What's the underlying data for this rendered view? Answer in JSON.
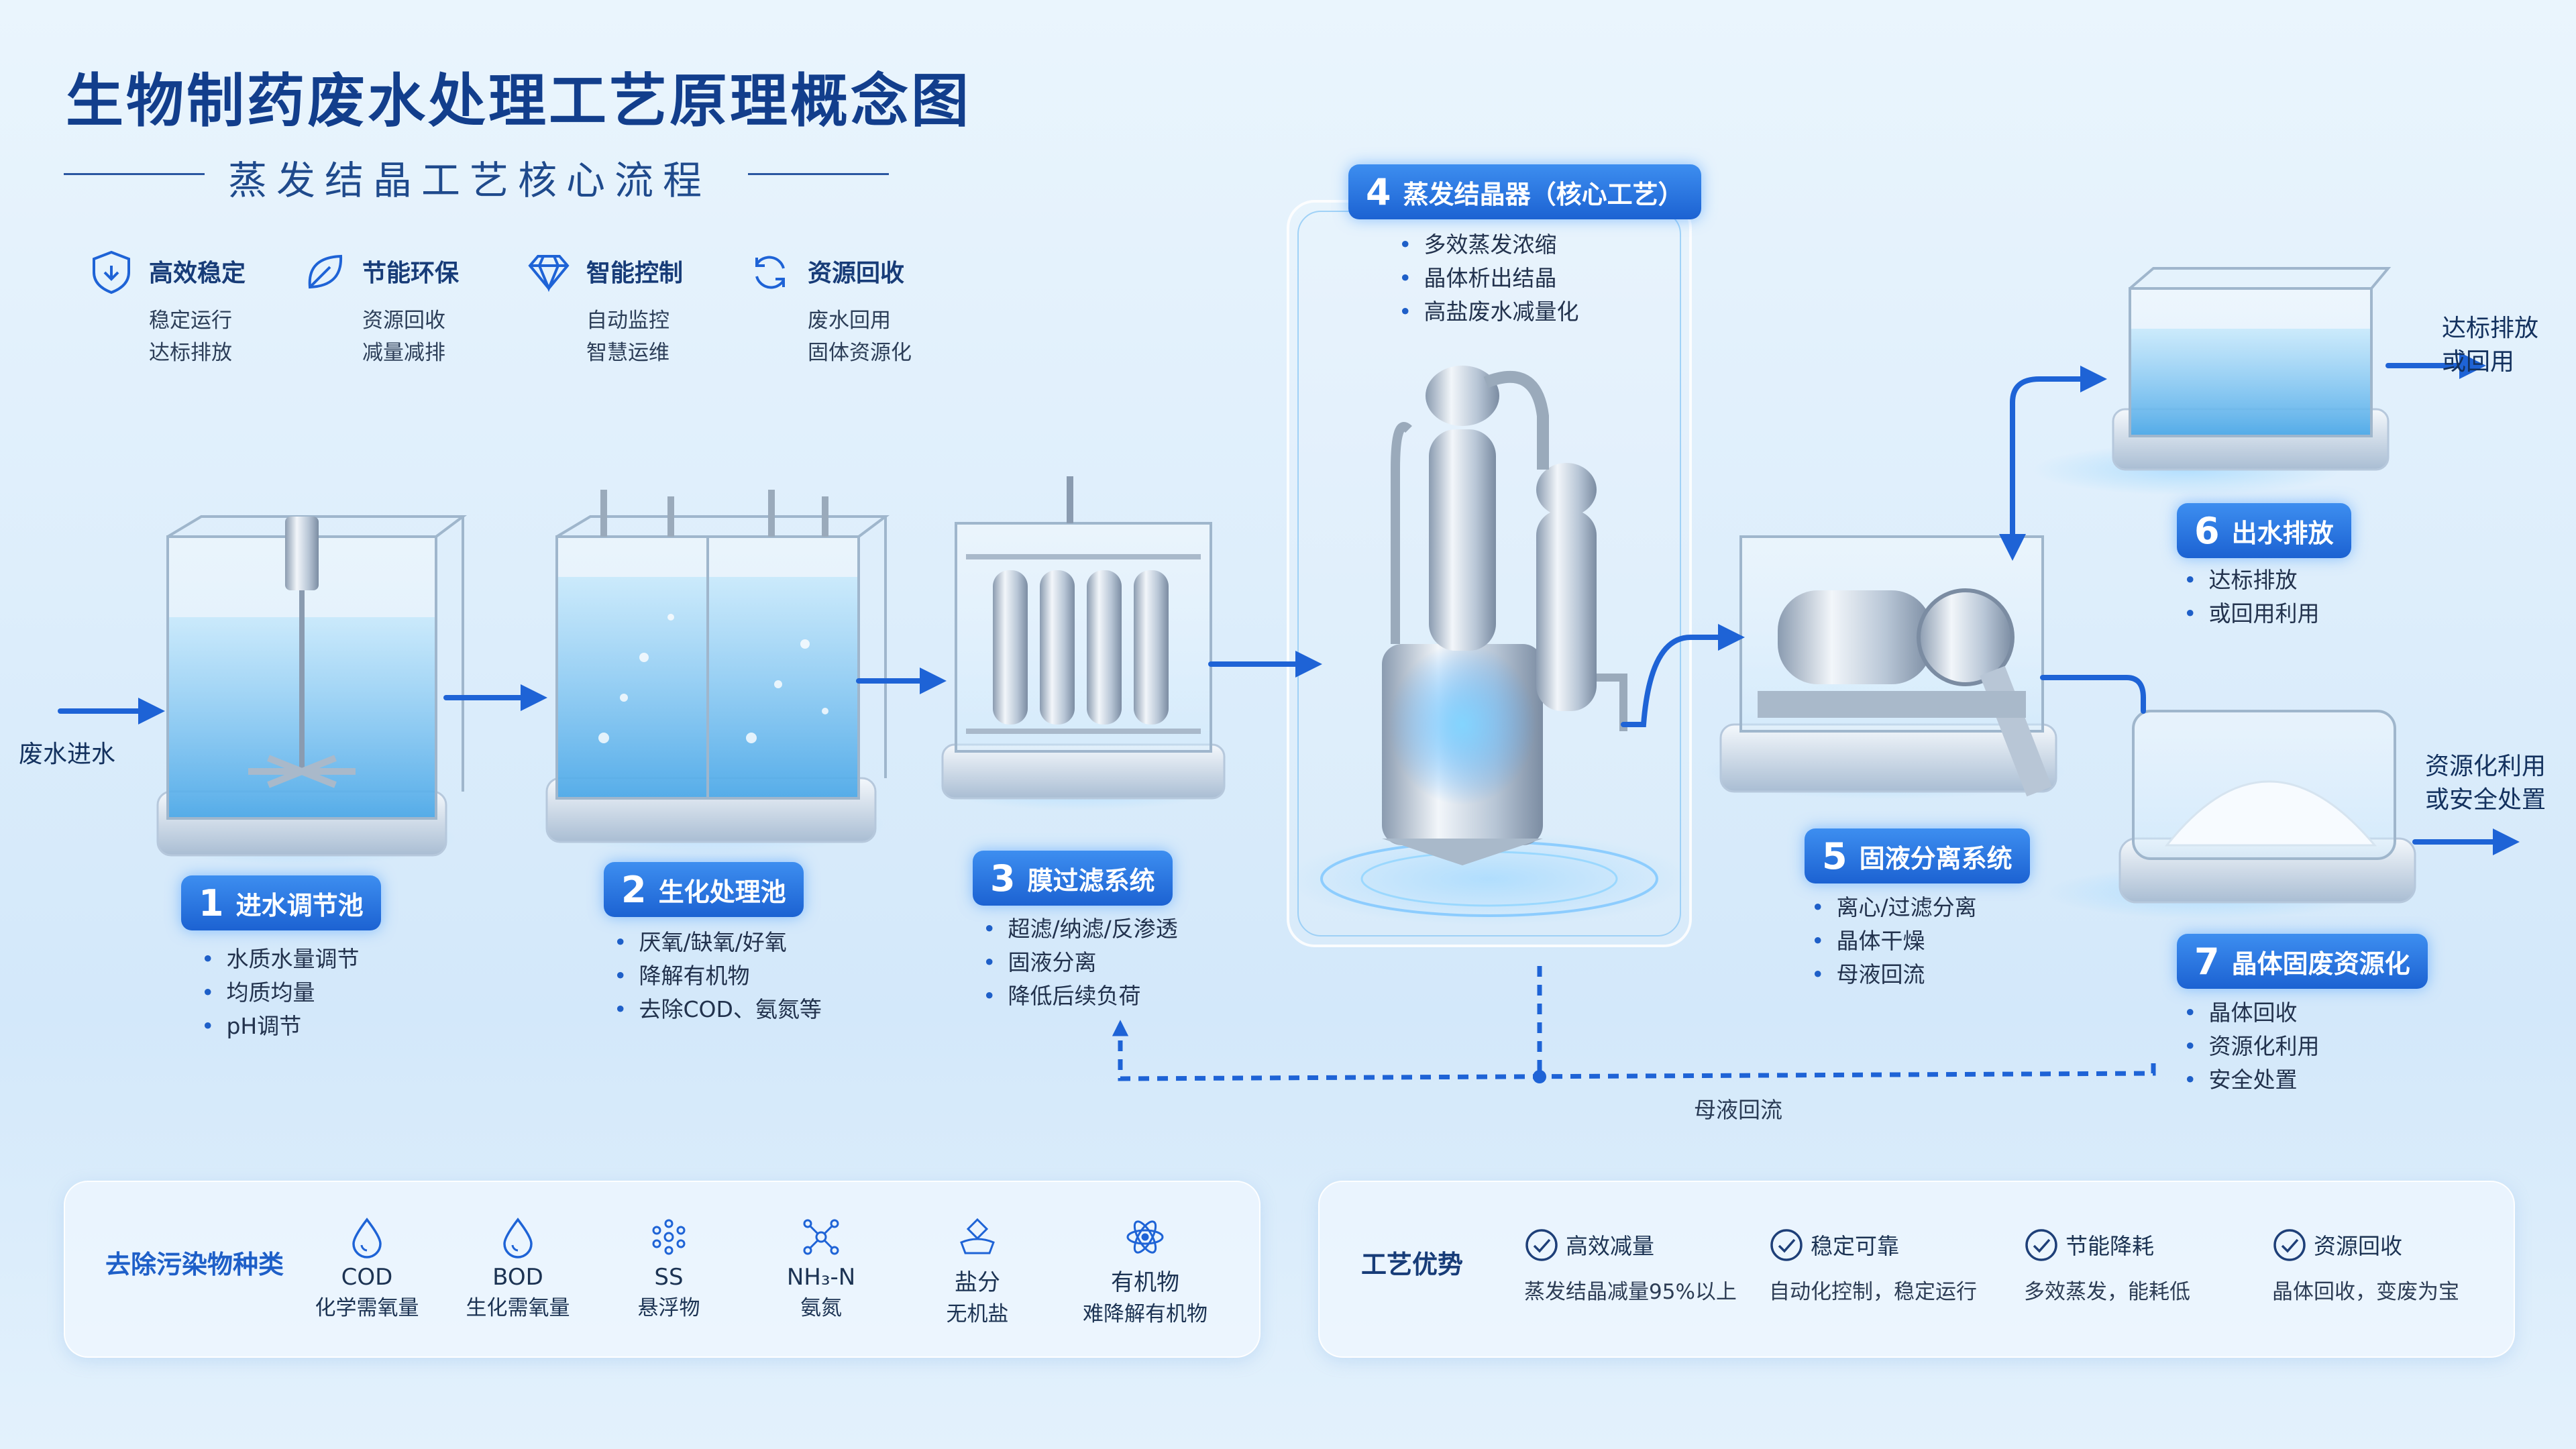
{
  "header": {
    "title": "生物制药废水处理工艺原理概念图",
    "subtitle": "蒸发结晶工艺核心流程"
  },
  "features": [
    {
      "name": "高效稳定",
      "lines": [
        "稳定运行",
        "达标排放"
      ],
      "icon": "shield-icon"
    },
    {
      "name": "节能环保",
      "lines": [
        "资源回收",
        "减量减排"
      ],
      "icon": "leaf-icon"
    },
    {
      "name": "智能控制",
      "lines": [
        "自动监控",
        "智慧运维"
      ],
      "icon": "diamond-icon"
    },
    {
      "name": "资源回收",
      "lines": [
        "废水回用",
        "固体资源化"
      ],
      "icon": "recycle-icon"
    }
  ],
  "flow": {
    "inlet": "废水进水",
    "discharge": [
      "达标排放",
      "或回用"
    ],
    "resource": [
      "资源化利用",
      "或安全处置"
    ],
    "recycle": "母液回流"
  },
  "stages": [
    {
      "num": "1",
      "name": "进水调节池",
      "bullets": [
        "水质水量调节",
        "均质均量",
        "pH调节"
      ]
    },
    {
      "num": "2",
      "name": "生化处理池",
      "bullets": [
        "厌氧/缺氧/好氧",
        "降解有机物",
        "去除COD、氨氮等"
      ]
    },
    {
      "num": "3",
      "name": "膜过滤系统",
      "bullets": [
        "超滤/纳滤/反渗透",
        "固液分离",
        "降低后续负荷"
      ]
    },
    {
      "num": "4",
      "name": "蒸发结晶器（核心工艺）",
      "bullets": [
        "多效蒸发浓缩",
        "晶体析出结晶",
        "高盐废水减量化"
      ]
    },
    {
      "num": "5",
      "name": "固液分离系统",
      "bullets": [
        "离心/过滤分离",
        "晶体干燥",
        "母液回流"
      ]
    },
    {
      "num": "6",
      "name": "出水排放",
      "bullets": [
        "达标排放",
        "或回用利用"
      ]
    },
    {
      "num": "7",
      "name": "晶体固废资源化",
      "bullets": [
        "晶体回收",
        "资源化利用",
        "安全处置"
      ]
    }
  ],
  "pollutants": {
    "title": "去除污染物种类",
    "items": [
      {
        "name": "COD",
        "desc": "化学需氧量",
        "icon": "drop-icon"
      },
      {
        "name": "BOD",
        "desc": "生化需氧量",
        "icon": "drop-icon"
      },
      {
        "name": "SS",
        "desc": "悬浮物",
        "icon": "particles-icon"
      },
      {
        "name": "NH₃-N",
        "desc": "氨氮",
        "icon": "molecule-icon"
      },
      {
        "name": "盐分",
        "desc": "无机盐",
        "icon": "salt-icon"
      },
      {
        "name": "有机物",
        "desc": "难降解有机物",
        "icon": "atom-icon"
      }
    ]
  },
  "advantages": {
    "title": "工艺优势",
    "items": [
      {
        "name": "高效减量",
        "desc": "蒸发结晶减量95%以上"
      },
      {
        "name": "稳定可靠",
        "desc": "自动化控制，稳定运行"
      },
      {
        "name": "节能降耗",
        "desc": "多效蒸发，能耗低"
      },
      {
        "name": "资源回收",
        "desc": "晶体回收，变废为宝"
      }
    ]
  },
  "colors": {
    "accent": "#1e63d6",
    "title": "#123e8c",
    "water": "#8fd0f7",
    "glow": "#3aa0ff"
  }
}
